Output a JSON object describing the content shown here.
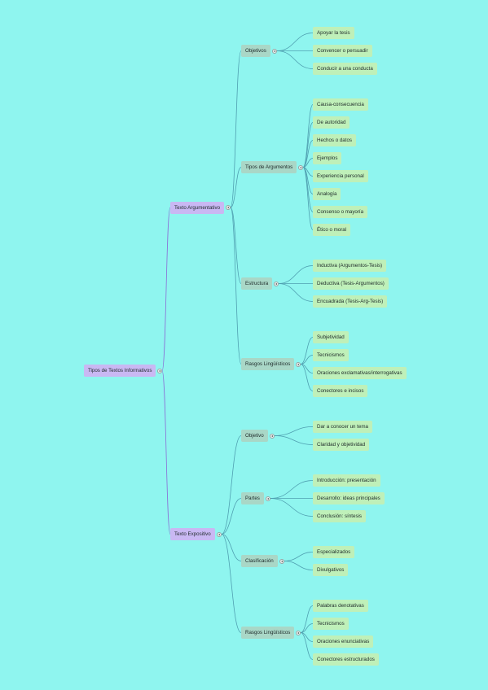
{
  "colors": {
    "background": "#8ff5ef",
    "link_root": "#8a6fd6",
    "link_branch": "#4f9fb0"
  },
  "tree": {
    "label": "Tipos de Textos Informativos",
    "children": [
      {
        "label": "Texto Argumentativo",
        "children": [
          {
            "label": "Objetivos",
            "children": [
              {
                "label": "Apoyar la tesis"
              },
              {
                "label": "Convencer o persuadir"
              },
              {
                "label": "Conducir a una conducta"
              }
            ]
          },
          {
            "label": "Tipos de Argumentos",
            "children": [
              {
                "label": "Causa-consecuencia"
              },
              {
                "label": "De autoridad"
              },
              {
                "label": "Hechos o datos"
              },
              {
                "label": "Ejemplos"
              },
              {
                "label": "Experiencia personal"
              },
              {
                "label": "Analogía"
              },
              {
                "label": "Consenso o mayoría"
              },
              {
                "label": "Ético o moral"
              }
            ]
          },
          {
            "label": "Estructura",
            "children": [
              {
                "label": "Inductiva (Argumentos-Tesis)"
              },
              {
                "label": "Deductiva (Tesis-Argumentos)"
              },
              {
                "label": "Encuadrada (Tesis-Arg-Tesis)"
              }
            ]
          },
          {
            "label": "Rasgos Lingüísticos",
            "children": [
              {
                "label": "Subjetividad"
              },
              {
                "label": "Tecnicismos"
              },
              {
                "label": "Oraciones exclamativas/interrogativas"
              },
              {
                "label": "Conectores e incisos"
              }
            ]
          }
        ]
      },
      {
        "label": "Texto Expositivo",
        "children": [
          {
            "label": "Objetivo",
            "children": [
              {
                "label": "Dar a conocer un tema"
              },
              {
                "label": "Claridad y objetividad"
              }
            ]
          },
          {
            "label": "Partes",
            "children": [
              {
                "label": "Introducción: presentación"
              },
              {
                "label": "Desarrollo: ideas principales"
              },
              {
                "label": "Conclusión: síntesis"
              }
            ]
          },
          {
            "label": "Clasificación",
            "children": [
              {
                "label": "Especializados"
              },
              {
                "label": "Divulgativos"
              }
            ]
          },
          {
            "label": "Rasgos Lingüísticos",
            "children": [
              {
                "label": "Palabras denotativas"
              },
              {
                "label": "Tecnicismos"
              },
              {
                "label": "Oraciones enunciativas"
              },
              {
                "label": "Conectores estructurados"
              }
            ]
          }
        ]
      }
    ]
  }
}
